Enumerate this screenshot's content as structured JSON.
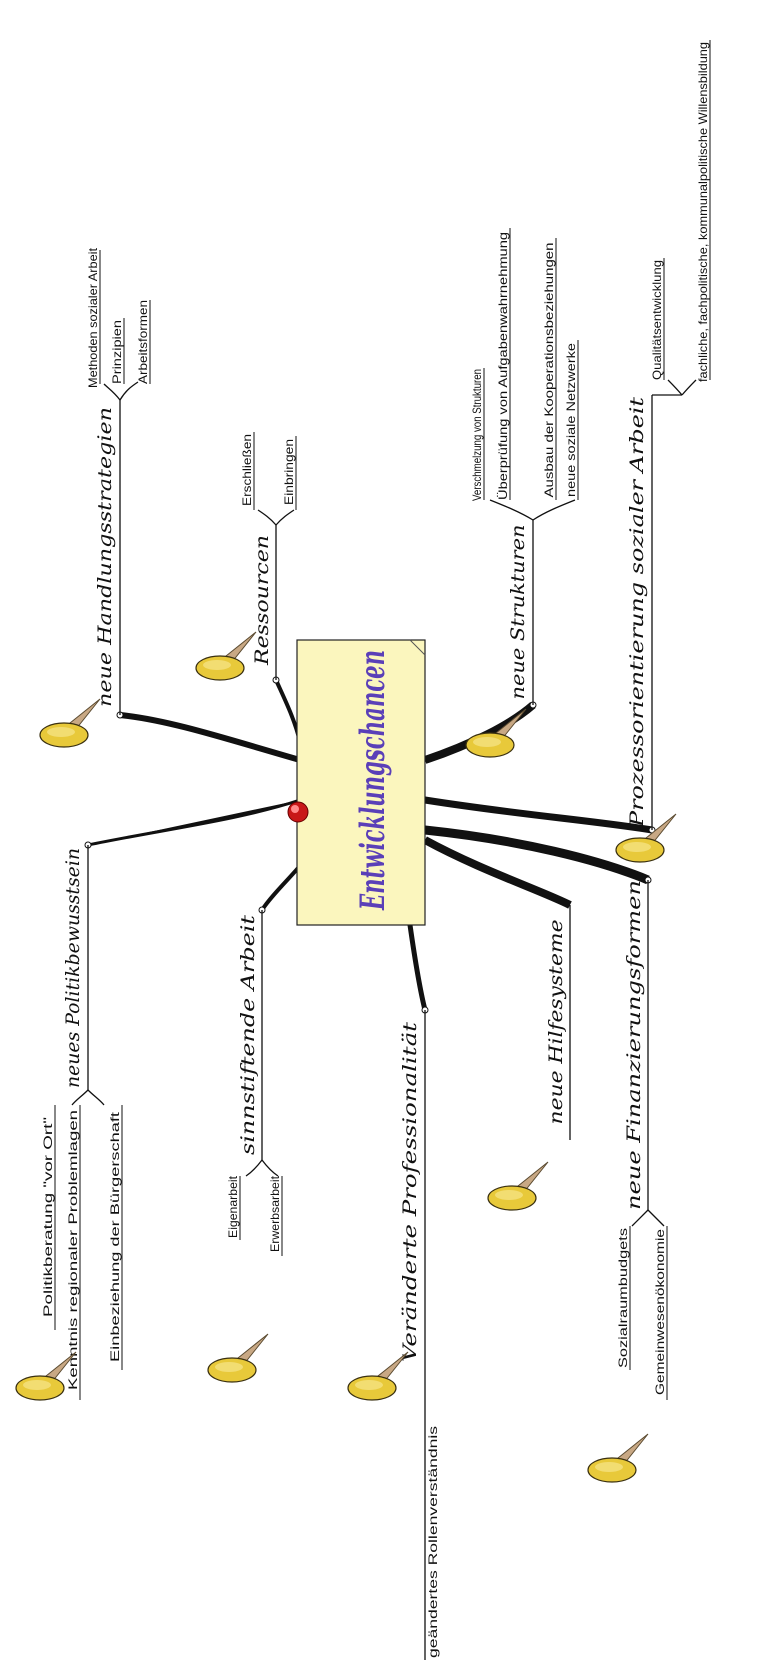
{
  "center": {
    "label": "Entwicklungschancen",
    "fill": "#fbf6be",
    "accent": "#5a3fb8"
  },
  "pin": {
    "head_color": "#e8c93a",
    "needle_color": "#c8a884"
  },
  "branches": [
    {
      "id": "politik",
      "label": "neues Politikbewusstsein",
      "leaves": [
        "Politikberatung \"vor Ort\"",
        "Kenntnis regionaler Problemlagen",
        "Einbeziehung der Bürgerschaft"
      ]
    },
    {
      "id": "handlung",
      "label": "neue Handlungsstrategien",
      "leaves": [
        "Methoden sozialer Arbeit",
        "Prinzipien",
        "Arbeitsformen"
      ]
    },
    {
      "id": "ressourcen",
      "label": "Ressourcen",
      "leaves": [
        "Erschließen",
        "Einbringen"
      ]
    },
    {
      "id": "strukturen",
      "label": "neue Strukturen",
      "leaves": [
        "Verschmelzung von Strukturen",
        "Überprüfung von Aufgabenwahrnehmung",
        "Ausbau der Kooperationsbeziehungen",
        "neue soziale Netzwerke"
      ]
    },
    {
      "id": "prozess",
      "label": "Prozessorientierung sozialer Arbeit",
      "leaves": [
        "Qualitätsentwicklung",
        "fachliche, fachpolitische, kommunalpolitische Willensbildung"
      ]
    },
    {
      "id": "sinnstiftend",
      "label": "sinnstiftende Arbeit",
      "leaves": [
        "Eigenarbeit",
        "Erwerbsarbeit"
      ]
    },
    {
      "id": "profession",
      "label": "Veränderte Professionalität",
      "leaves": [
        "geändertes Rollenverständnis"
      ]
    },
    {
      "id": "hilfe",
      "label": "neue Hilfesysteme",
      "leaves": []
    },
    {
      "id": "finanz",
      "label": "neue Finanzierungsformen",
      "leaves": [
        "Sozialraumbudgets",
        "Gemeinwesenökonomie"
      ]
    }
  ]
}
